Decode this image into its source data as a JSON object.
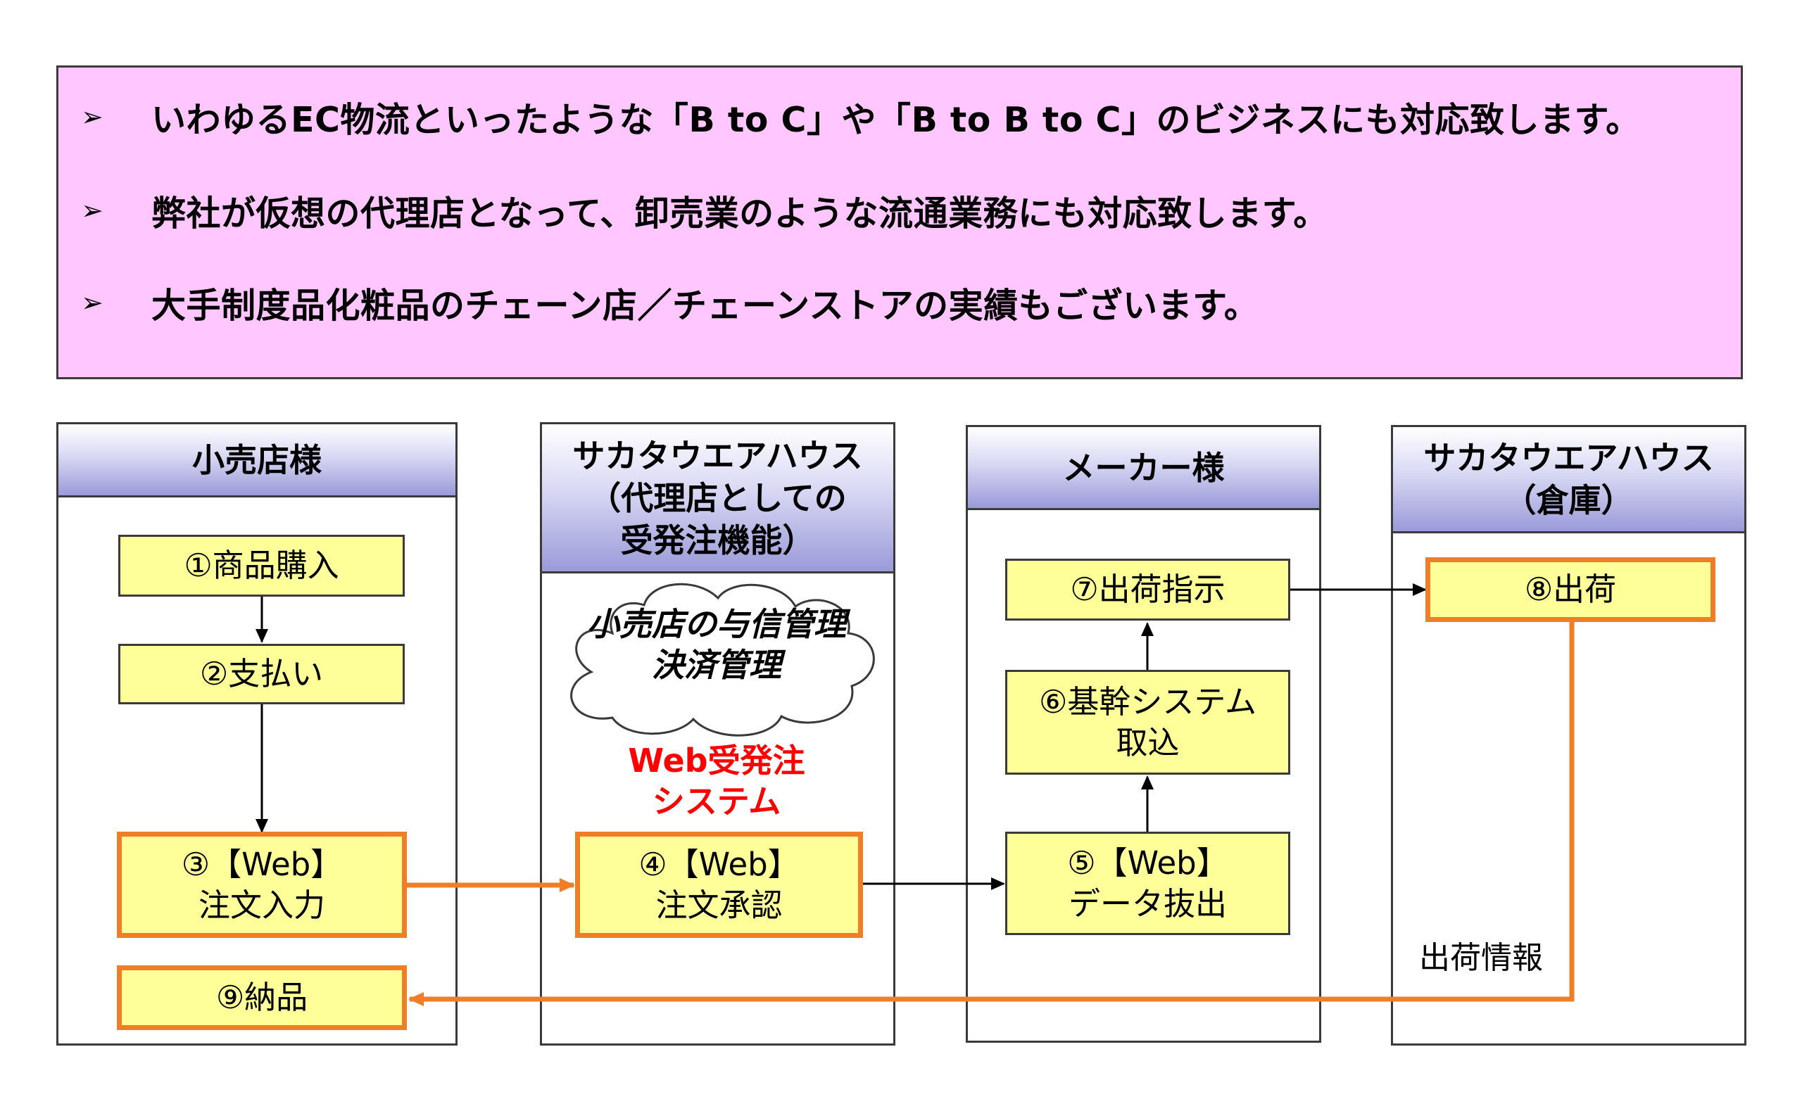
{
  "bullets": [
    {
      "marker": "➢",
      "text": "いわゆるEC物流といったような「B to C」や「B to B to C」のビジネスにも対応致します。"
    },
    {
      "marker": "➢",
      "text": "弊社が仮想の代理店となって、卸売業のような流通業務にも対応致します。"
    },
    {
      "marker": "➢",
      "text": "大手制度品化粧品のチェーン店／チェーンストアの実績もございます。"
    }
  ],
  "columns": {
    "retailer": {
      "title": "小売店様"
    },
    "agency": {
      "line1": "サカタウエアハウス",
      "line2": "（代理店としての",
      "line3": "受発注機能）"
    },
    "maker": {
      "title": "メーカー様"
    },
    "warehouse": {
      "line1": "サカタウエアハウス",
      "line2": "（倉庫）"
    }
  },
  "steps": {
    "s1": {
      "label": "①商品購入"
    },
    "s2": {
      "label": "②支払い"
    },
    "s3": {
      "line1": "③【Web】",
      "line2": "注文入力"
    },
    "s4": {
      "line1": "④【Web】",
      "line2": "注文承認"
    },
    "s5": {
      "line1": "⑤【Web】",
      "line2": "データ抜出"
    },
    "s6": {
      "line1": "⑥基幹システム",
      "line2": "取込"
    },
    "s7": {
      "label": "⑦出荷指示"
    },
    "s8": {
      "label": "⑧出荷"
    },
    "s9": {
      "label": "⑨納品"
    }
  },
  "cloud": {
    "line1": "小売店の与信管理",
    "line2": "決済管理"
  },
  "system_label": {
    "line1": "Web受発注",
    "line2": "システム"
  },
  "ship_info_label": "出荷情報",
  "colors": {
    "panel_bg": "#ffc6ff",
    "step_fill": "#ffff99",
    "web_border": "#f07d28",
    "system_label": "#ff0000",
    "header_gradient_end": "#9a9ad9"
  }
}
